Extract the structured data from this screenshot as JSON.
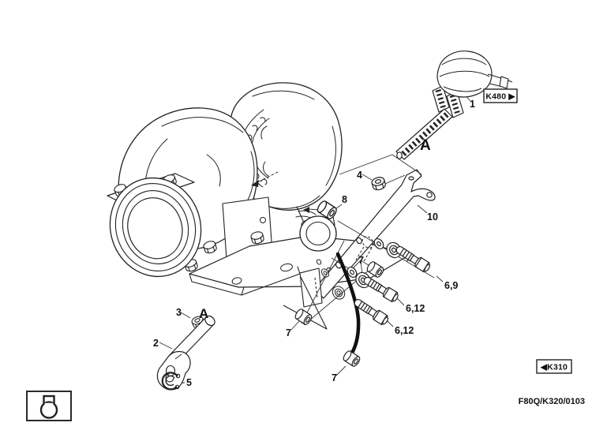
{
  "diagram": {
    "callouts": {
      "part1": "1",
      "part2": "2",
      "part3": "3",
      "part4": "4",
      "part5": "5",
      "part7": "7",
      "part8": "8",
      "part10": "10",
      "bolt_6_9": "6,9",
      "bolt_6_12": "6,12",
      "detail_a": "A"
    },
    "nav": {
      "k480": "K480 ▶",
      "k310": "◀K310"
    },
    "footer": {
      "code": "F80Q/K320/0103"
    },
    "icons": {
      "legend": "keyhole-component-icon"
    },
    "colors": {
      "line": "#1f1f1f",
      "background": "#ffffff"
    }
  }
}
